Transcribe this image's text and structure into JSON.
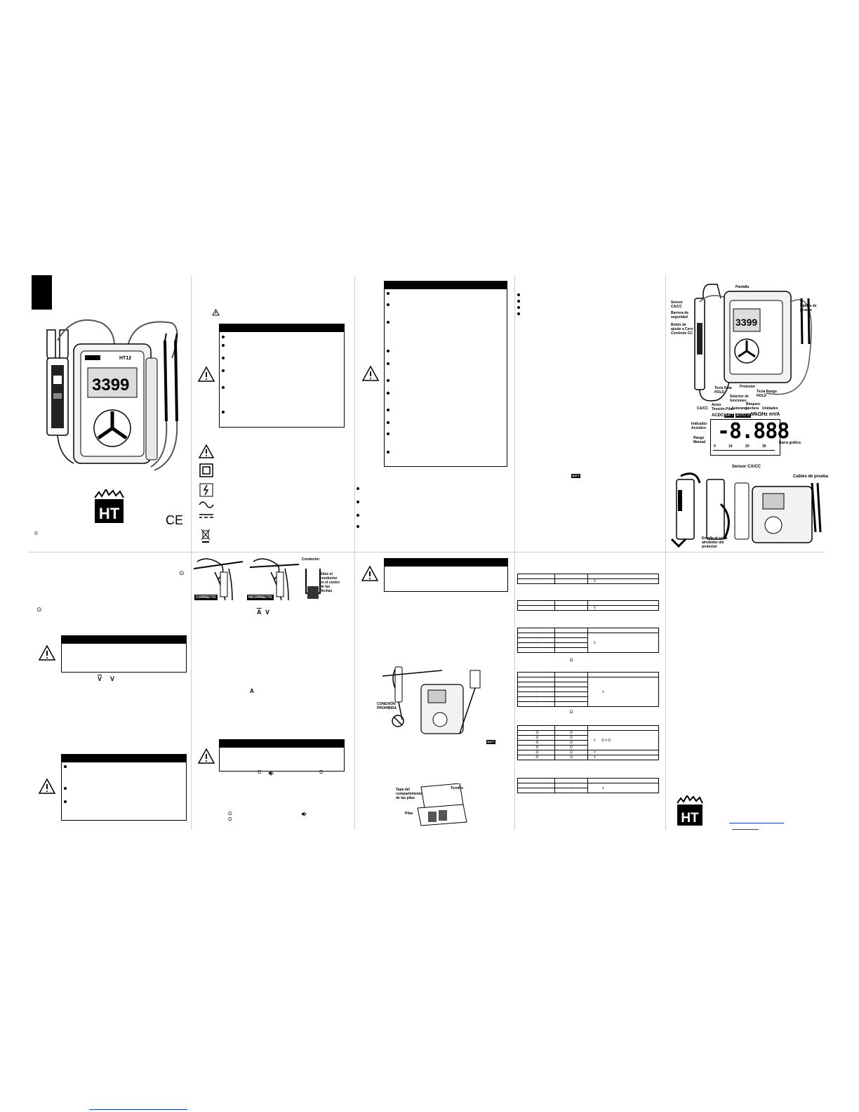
{
  "cover": {
    "model": "HT12",
    "display_value": "3399",
    "brand": "HT",
    "ce_mark": "CE",
    "copyright": "©"
  },
  "glyphs": {
    "omega": "Ω",
    "plus_minus": "±",
    "dc_v": "V",
    "ac_v": "V",
    "ac_a": "A",
    "dc_a": "A",
    "batt": "BATT",
    "hold_symbol": "⊙"
  },
  "diagram_top": {
    "pantalla": "Pantalla",
    "sensor": "Sensor CA/CC",
    "barrera": "Barrera de seguridad",
    "boton": "Botón de ajuste a Cero Corriente CC",
    "cables": "Cables de prueba",
    "tecla_hold": "Tecla Data HOLD",
    "protector": "Protector",
    "selector": "Selector de funciones",
    "tecla_range": "Tecla Range HOLD"
  },
  "lcd": {
    "digits": "-8.888",
    "ca_cc": "CA/CC",
    "aviso_bat": "Aviso Tensión Pilas",
    "autorango": "Autorango",
    "bloqueo": "Bloqueo Lectura",
    "unidades": "Unidades",
    "units_text": "MkΩHz mVA",
    "indicador": "Indicador Acústico",
    "rango": "Rango Manual",
    "barra": "Barra gráfica",
    "scale": [
      "0",
      "10",
      "20",
      "30"
    ],
    "acdc": "ACDC",
    "batt": "BATT",
    "auto": "AUTO",
    "h": "H"
  },
  "diagram_bottom": {
    "sensor": "Sensor CA/CC",
    "cables": "Cables de prueba",
    "enrolle": "Enrolle el cable alrededor del protector"
  },
  "clamp": {
    "conductor": "Conductor",
    "situe": "Sitúe el conductor en el centro de las flechas",
    "correcto": "CORRECTO",
    "incorrecto": "INCORRECTO"
  },
  "prohibida": "CONEXIÓN PROHIBIDA",
  "battery": {
    "tapa": "Tapa del compartimiento de las pilas",
    "tornillo": "Tornillo",
    "pilas": "Pilas"
  }
}
